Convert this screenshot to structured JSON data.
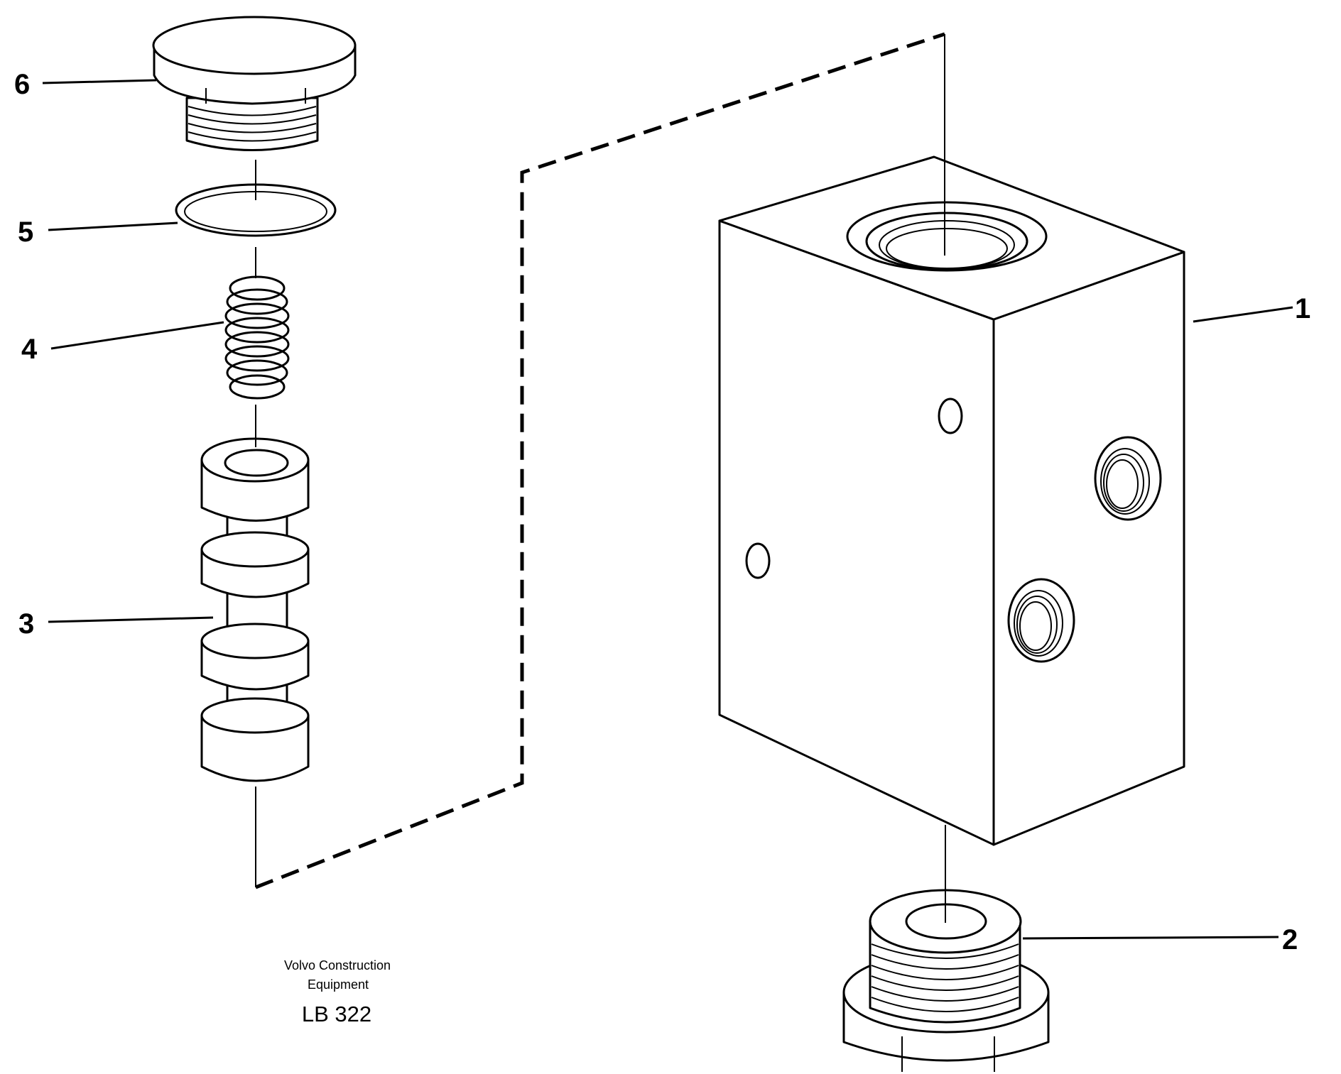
{
  "callouts": [
    "6",
    "5",
    "4",
    "3",
    "1",
    "2"
  ],
  "footer": {
    "line1": "Volvo Construction",
    "line2": "Equipment",
    "code": "LB 322"
  },
  "colors": {
    "ink": "#000000",
    "paper": "#ffffff"
  }
}
